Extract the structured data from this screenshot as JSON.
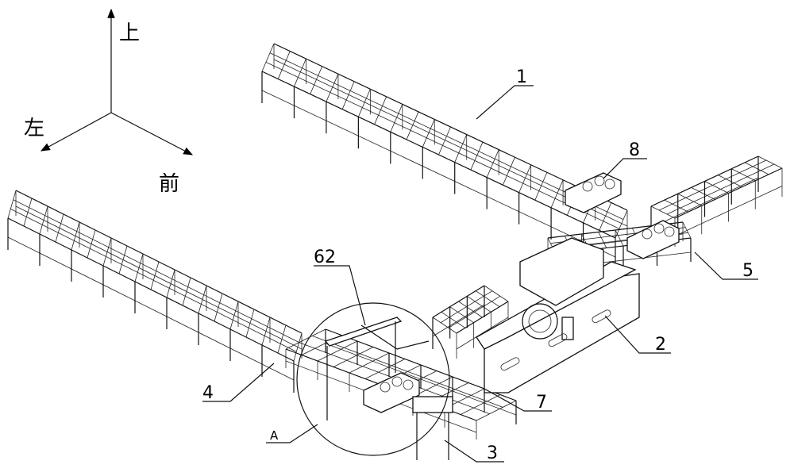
{
  "axes": {
    "up": "上",
    "left": "左",
    "front": "前"
  },
  "callouts": {
    "c1": "1",
    "c8": "8",
    "c5": "5",
    "c2": "2",
    "c62": "62",
    "c4": "4",
    "c7": "7",
    "cA": "A",
    "c3": "3"
  }
}
